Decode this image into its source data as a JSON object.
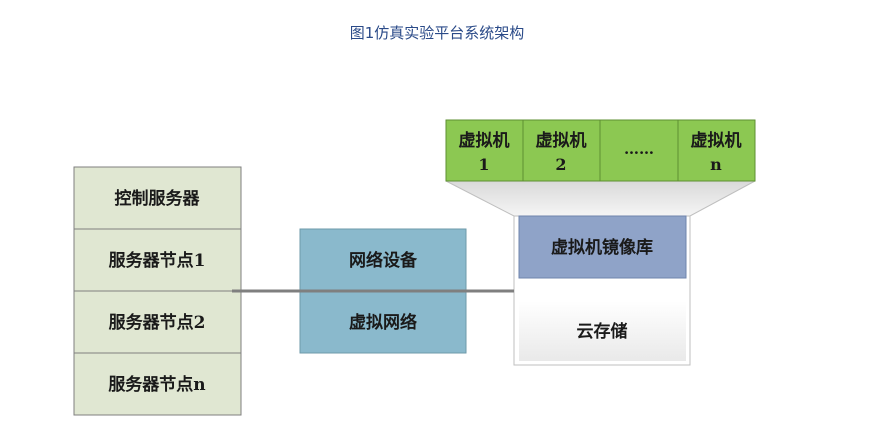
{
  "caption": "图1仿真实验平台系统架构",
  "servers": {
    "control": "控制服务器",
    "node1": "服务器节点1",
    "node2": "服务器节点2",
    "noden": "服务器节点n"
  },
  "network": {
    "device": "网络设备",
    "virtual": "虚拟网络"
  },
  "vms": [
    {
      "l1": "虚拟机",
      "l2": "1"
    },
    {
      "l1": "虚拟机",
      "l2": "2"
    },
    {
      "l1": "……",
      "l2": ""
    },
    {
      "l1": "虚拟机",
      "l2": "n"
    }
  ],
  "storage": {
    "image_library": "虚拟机镜像库",
    "cloud": "云存储"
  },
  "colors": {
    "server_fill": "#e0e7d2",
    "network_fill": "#8ab9cc",
    "vm_fill": "#8cc852",
    "image_lib_fill": "#8fa3c8",
    "line": "#7f7f7f"
  }
}
